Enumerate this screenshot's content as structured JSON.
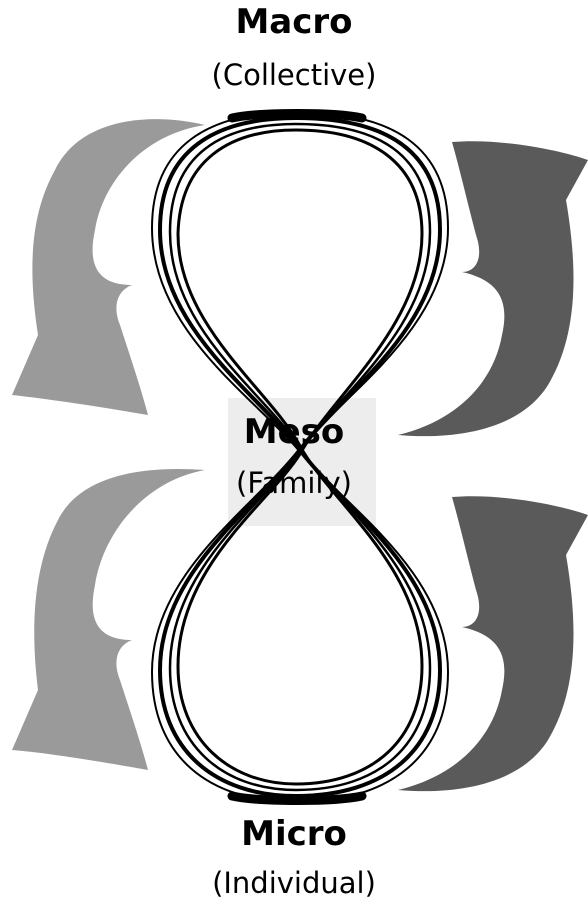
{
  "levels": {
    "macro": {
      "title": "Macro",
      "subtitle": "(Collective)"
    },
    "meso": {
      "title": "Meso",
      "subtitle": "(Family)"
    },
    "micro": {
      "title": "Micro",
      "subtitle": "(Individual)"
    }
  },
  "colors": {
    "loop": "#000000",
    "left_arrows": "#9a9a9a",
    "right_arrows": "#5a5a5a",
    "center_band": "#d6d6d6"
  },
  "icons": {
    "left_arrows": "curved-arrow-down",
    "right_arrows": "curved-arrow-up"
  }
}
